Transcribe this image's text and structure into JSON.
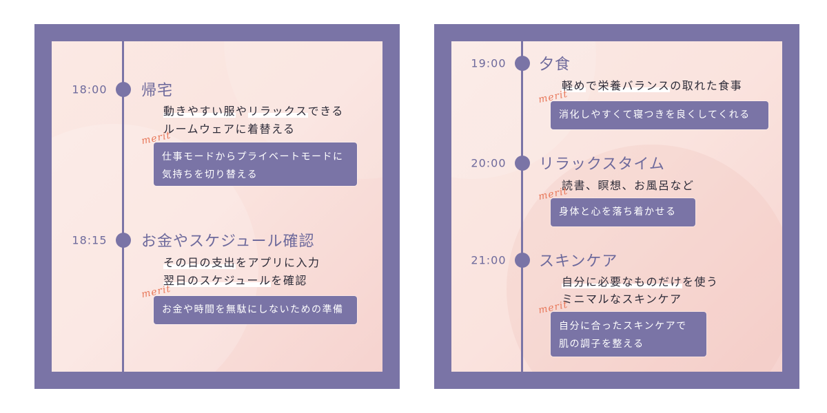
{
  "panels": [
    {
      "items": [
        {
          "time": "18:00",
          "title": "帰宅",
          "desc": [
            [
              {
                "t": "動きやすい服",
                "hl": true
              },
              {
                "t": "や"
              },
              {
                "t": "リラックス",
                "hl": true
              },
              {
                "t": "できる"
              }
            ],
            [
              {
                "t": "ルームウェアに着替える"
              }
            ]
          ],
          "merit_label": "merit",
          "merit": [
            "仕事モードからプライベートモードに",
            "気持ちを切り替える"
          ]
        },
        {
          "time": "18:15",
          "title": "お金やスケジュール確認",
          "desc": [
            [
              {
                "t": "その日の支出",
                "hl": true
              },
              {
                "t": "をアプリに入力"
              }
            ],
            [
              {
                "t": "翌日のスケジュール",
                "hl": true
              },
              {
                "t": "を確認"
              }
            ]
          ],
          "merit_label": "merit",
          "merit": [
            "お金や時間を無駄にしないための準備"
          ]
        }
      ]
    },
    {
      "items": [
        {
          "time": "19:00",
          "title": "夕食",
          "desc": [
            [
              {
                "t": "軽め",
                "hl": true
              },
              {
                "t": "で"
              },
              {
                "t": "栄養バランス",
                "hl": true
              },
              {
                "t": "の取れた食事"
              }
            ]
          ],
          "merit_label": "merit",
          "merit": [
            "消化しやすくて寝つきを良くしてくれる"
          ]
        },
        {
          "time": "20:00",
          "title": "リラックスタイム",
          "desc": [
            [
              {
                "t": "読書、瞑想、お風呂など"
              }
            ]
          ],
          "merit_label": "merit",
          "merit": [
            "身体と心を落ち着かせる"
          ]
        },
        {
          "time": "21:00",
          "title": "スキンケア",
          "desc": [
            [
              {
                "t": "自分に必要なものだけ",
                "hl": true
              },
              {
                "t": "を使う"
              }
            ],
            [
              {
                "t": "ミニマルなスキンケア"
              }
            ]
          ],
          "merit_label": "merit",
          "merit": [
            "自分に合ったスキンケアで",
            "肌の調子を整える"
          ]
        }
      ]
    }
  ],
  "colors": {
    "frame": "#7a74a6",
    "accent": "#e8785a"
  }
}
